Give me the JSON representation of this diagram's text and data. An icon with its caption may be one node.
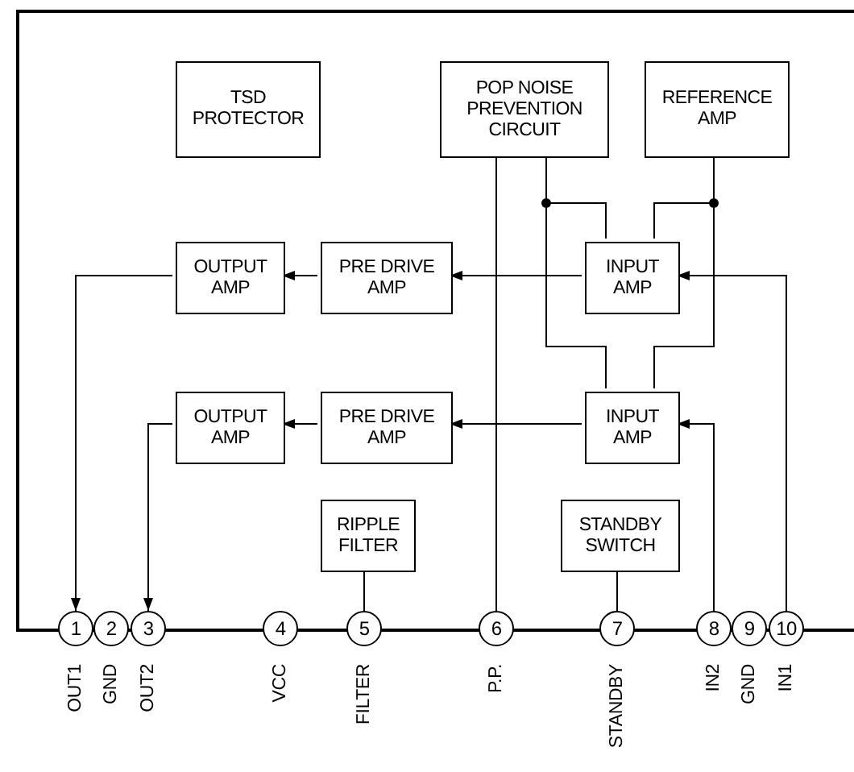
{
  "diagram": {
    "nodes": [
      {
        "text": [],
        "shape": "box"
      },
      {
        "text": [
          "TSD PROTECTOR"
        ],
        "in": 0
      },
      {
        "text": [
          "POP NOISE PREVENTION CIRCUIT"
        ],
        "in": 0
      },
      {
        "text": [
          "REFERENCE AMP"
        ],
        "in": 0
      },
      {
        "text": [
          "OUTPUT AMP"
        ],
        "in": 0
      },
      {
        "text": [
          "PRE DRIVE AMP"
        ],
        "in": 0
      },
      {
        "text": [
          "INPUT AMP"
        ],
        "in": 0
      },
      {
        "text": [
          "OUTPUT AMP"
        ],
        "in": 0
      },
      {
        "text": [
          "PRE DRIVE AMP"
        ],
        "in": 0
      },
      {
        "text": [
          "INPUT AMP"
        ],
        "in": 0
      },
      {
        "text": [
          "RIPPLE FILTER"
        ],
        "in": 0
      },
      {
        "text": [
          "STANDBY SWITCH"
        ],
        "in": 0
      },
      {
        "text": [
          "1"
        ],
        "beside": [
          "OUT1"
        ]
      },
      {
        "text": [
          "2"
        ],
        "beside": [
          "GND"
        ]
      },
      {
        "text": [
          "3"
        ],
        "beside": [
          "OUT2"
        ]
      },
      {
        "text": [
          "4"
        ],
        "beside": [
          "VCC"
        ]
      },
      {
        "text": [
          "5"
        ],
        "beside": [
          "FILTER"
        ]
      },
      {
        "text": [
          "6"
        ],
        "beside": [
          "P.P."
        ]
      },
      {
        "text": [
          "7"
        ],
        "beside": [
          "STANDBY"
        ]
      },
      {
        "text": [
          "8"
        ],
        "beside": [
          "IN2"
        ]
      },
      {
        "text": [
          "9"
        ],
        "beside": [
          "GND"
        ]
      },
      {
        "text": [
          "10"
        ],
        "beside": [
          "IN1"
        ]
      }
    ],
    "edges": [
      {
        "from": 6,
        "to": 5,
        "arrow": "to"
      },
      {
        "from": 5,
        "to": 4,
        "arrow": "to"
      },
      {
        "from": 4,
        "to": 12,
        "arrow": "to"
      },
      {
        "from": 9,
        "to": 8,
        "arrow": "to"
      },
      {
        "from": 8,
        "to": 7,
        "arrow": "to"
      },
      {
        "from": 7,
        "to": 14,
        "arrow": "to"
      },
      {
        "from": 21,
        "to": 6,
        "arrow": "to"
      },
      {
        "from": 19,
        "to": 9,
        "arrow": "to"
      },
      {
        "from": 2,
        "to": 6,
        "arrow": "none"
      },
      {
        "from": 2,
        "to": 9,
        "arrow": "none"
      },
      {
        "from": 3,
        "to": 6,
        "arrow": "none"
      },
      {
        "from": 3,
        "to": 9,
        "arrow": "none"
      },
      {
        "from": 2,
        "to": 17,
        "arrow": "none"
      },
      {
        "from": 10,
        "to": 16,
        "arrow": "none"
      },
      {
        "from": 11,
        "to": 18,
        "arrow": "none"
      }
    ]
  }
}
